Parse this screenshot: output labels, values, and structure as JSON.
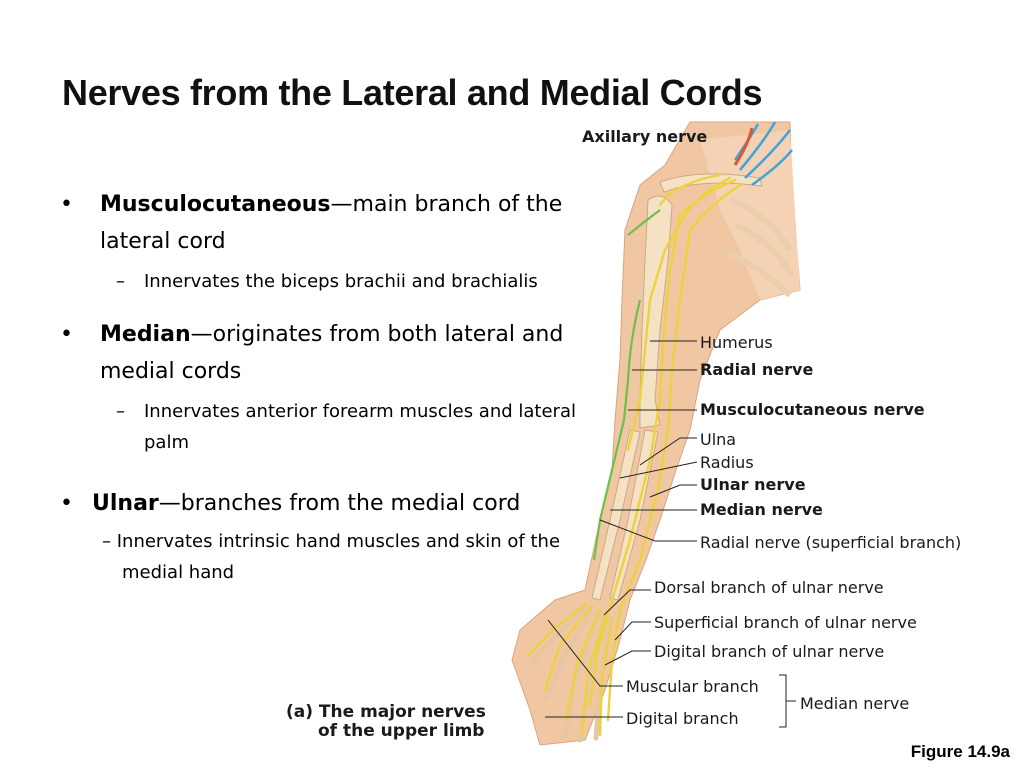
{
  "title": "Nerves from the Lateral and Medial Cords",
  "bullets": [
    {
      "term": "Musculocutaneous",
      "text": "—main branch of the lateral cord",
      "sub": "Innervates the biceps brachii and brachialis"
    },
    {
      "term": "Median",
      "text": "—originates from both lateral and medial cords",
      "sub": "Innervates anterior forearm muscles and lateral palm"
    },
    {
      "term": "Ulnar",
      "text": "—branches from the medial cord",
      "sub": "– Innervates intrinsic hand muscles and skin of the medial hand"
    }
  ],
  "labels": {
    "axillary": "Axillary nerve",
    "humerus": "Humerus",
    "radial": "Radial nerve",
    "musculocutaneous": "Musculocutaneous nerve",
    "ulna": "Ulna",
    "radius": "Radius",
    "ulnar": "Ulnar nerve",
    "median": "Median nerve",
    "radial_superficial": "Radial nerve (superficial branch)",
    "dorsal_ulnar": "Dorsal branch of ulnar nerve",
    "superficial_ulnar": "Superficial branch of ulnar nerve",
    "digital_ulnar": "Digital branch of ulnar nerve",
    "muscular_branch": "Muscular branch",
    "digital_branch": "Digital branch",
    "median_group": "Median nerve"
  },
  "caption": {
    "line1": "(a) The major nerves",
    "line2": "of the upper limb"
  },
  "figure_label": "Figure 14.9a",
  "colors": {
    "skin": "#f1c7a3",
    "bone": "#f5e2c4",
    "nerve": "#ecd23c",
    "musculocutaneous": "#6fbf4a",
    "brachial_plexus": "#3ea3dc",
    "leader": "#222222"
  }
}
